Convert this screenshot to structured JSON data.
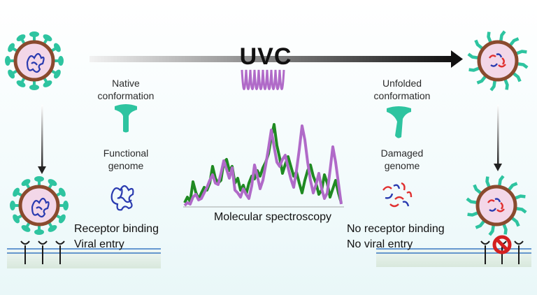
{
  "uvc_label": "UVC",
  "left": {
    "protein_state": "Native\nconformation",
    "genome_state": "Functional\ngenome",
    "outcome_1": "Receptor binding",
    "outcome_2": "Viral entry"
  },
  "right": {
    "protein_state": "Unfolded\nconformation",
    "genome_state": "Damaged\ngenome",
    "outcome_1": "No receptor binding",
    "outcome_2": "No viral entry"
  },
  "spectroscopy_label": "Molecular spectroscopy",
  "colors": {
    "spike": "#2ec4a0",
    "capsid_ring": "#8a4a2e",
    "capsid_fill": "#f3d7e8",
    "rna": "#2a3bb0",
    "damage_red": "#e03030",
    "green_trace": "#1f8a22",
    "purple_trace": "#b06ac8",
    "membrane": "#3a78c2",
    "block_red": "#d42020"
  }
}
